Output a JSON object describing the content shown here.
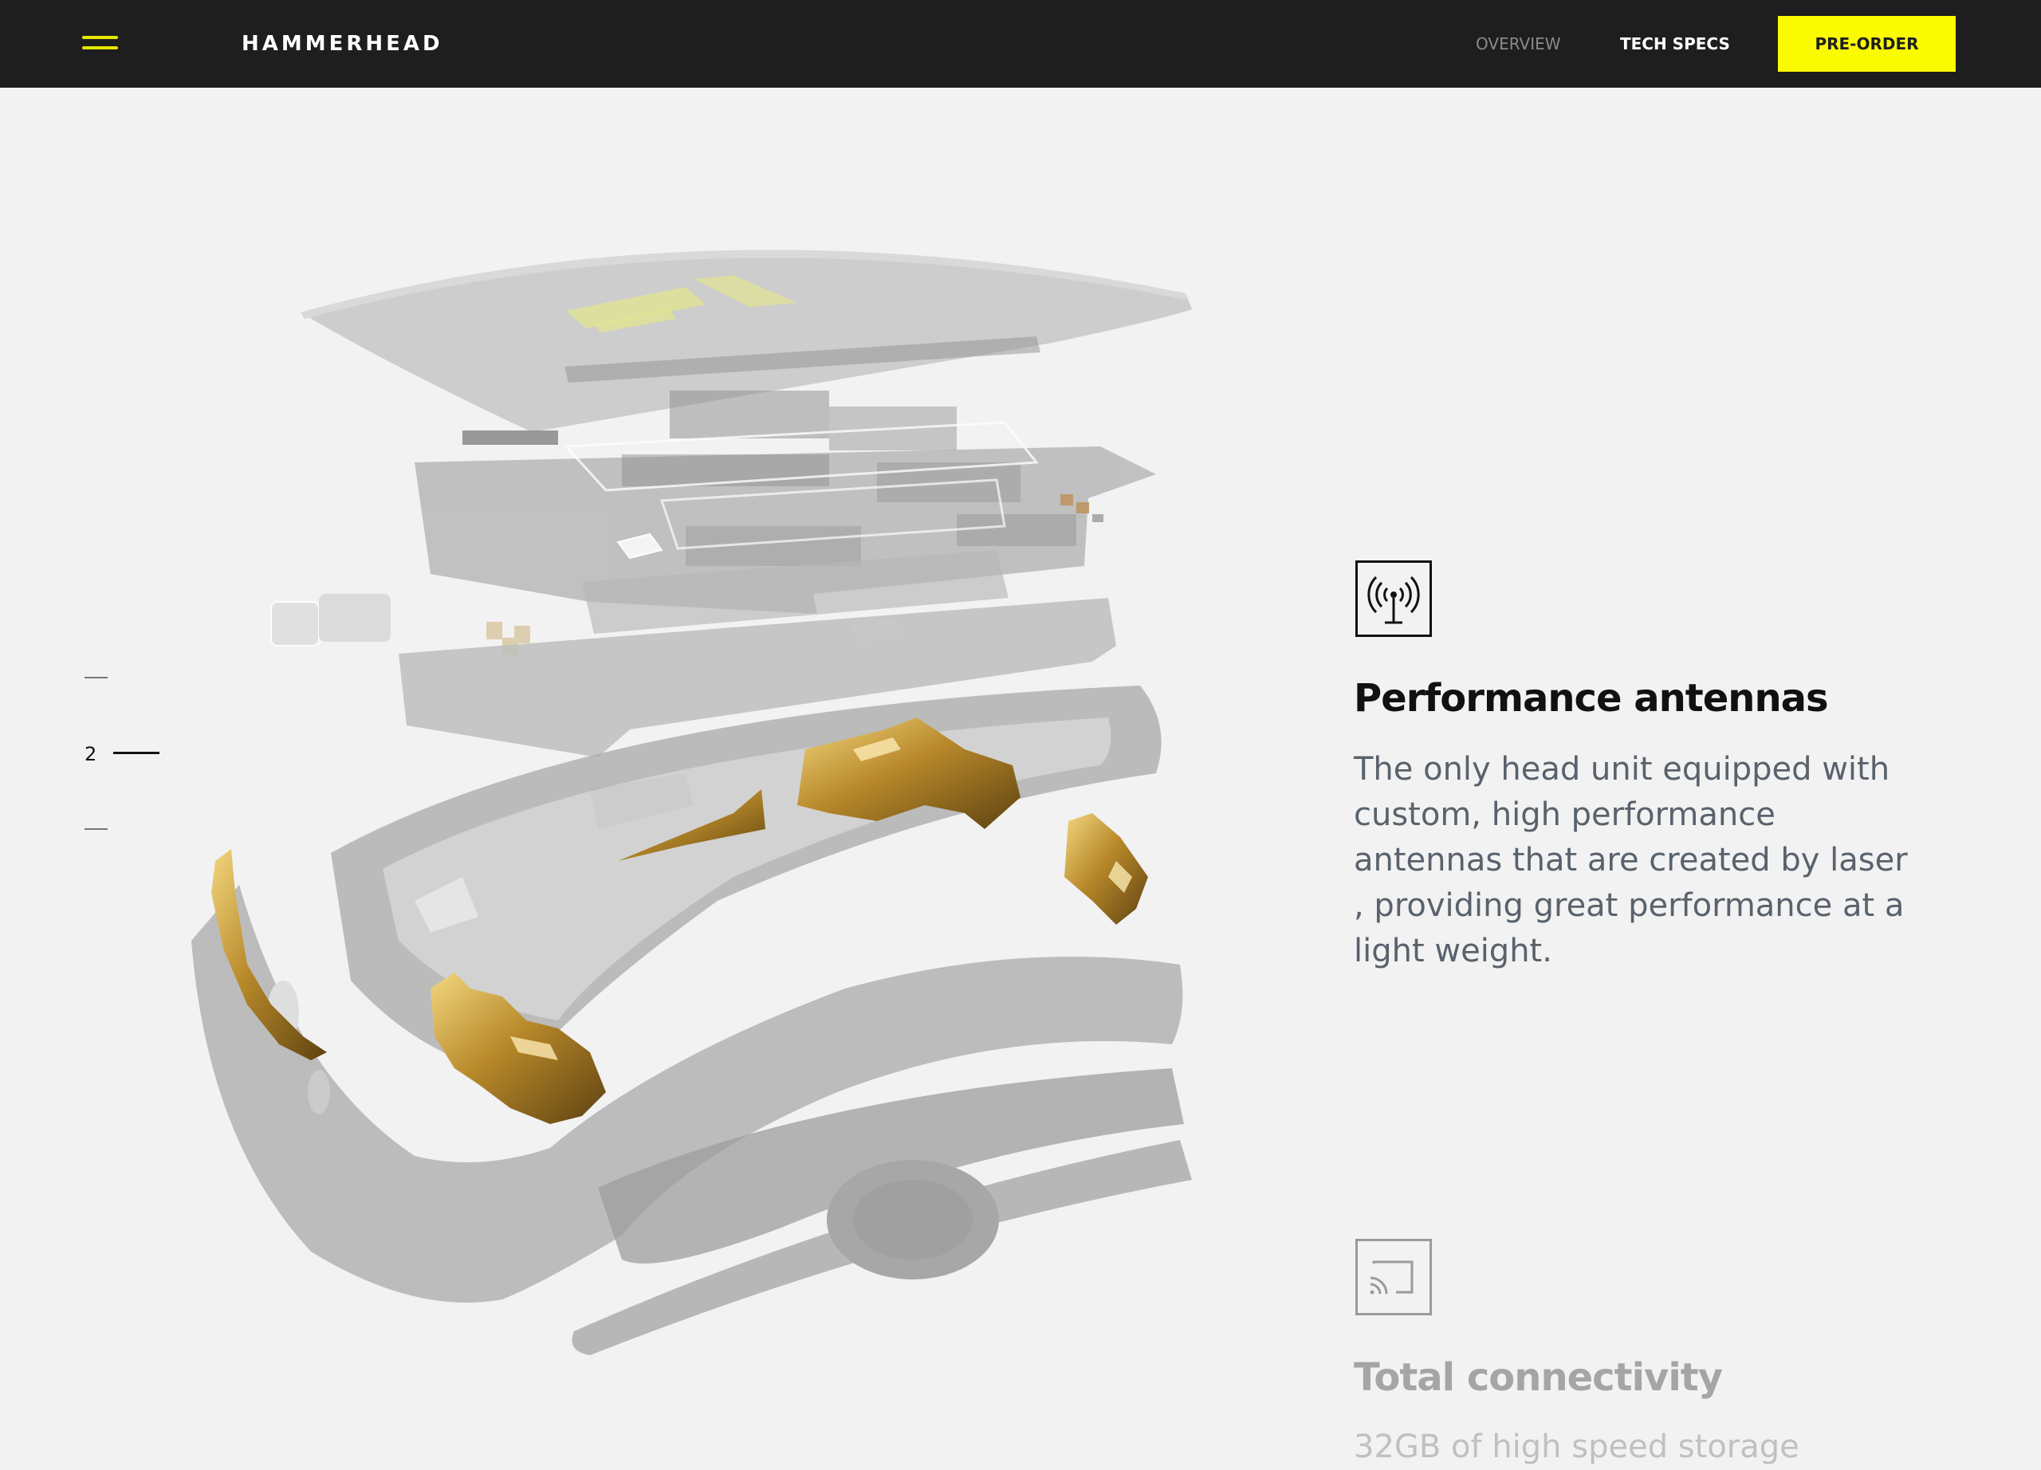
{
  "header": {
    "brand": "HAMMERHEAD",
    "nav": {
      "overview": "OVERVIEW",
      "tech_specs": "TECH SPECS"
    },
    "preorder_label": "PRE-ORDER"
  },
  "pager": {
    "current": "2"
  },
  "features": [
    {
      "icon": "antenna-icon",
      "title": "Performance antennas",
      "body": "The only head unit equipped with custom, high performance antennas that are created by laser , providing great performance at a light weight."
    },
    {
      "icon": "cast-icon",
      "title": "Total connectivity",
      "body": "32GB of high speed storage"
    }
  ],
  "colors": {
    "header_bg": "#1e1e1e",
    "accent_yellow": "#fafa00",
    "page_bg": "#f2f2f2",
    "body_text": "#59626c",
    "antenna_gold": "#c9a23a"
  }
}
